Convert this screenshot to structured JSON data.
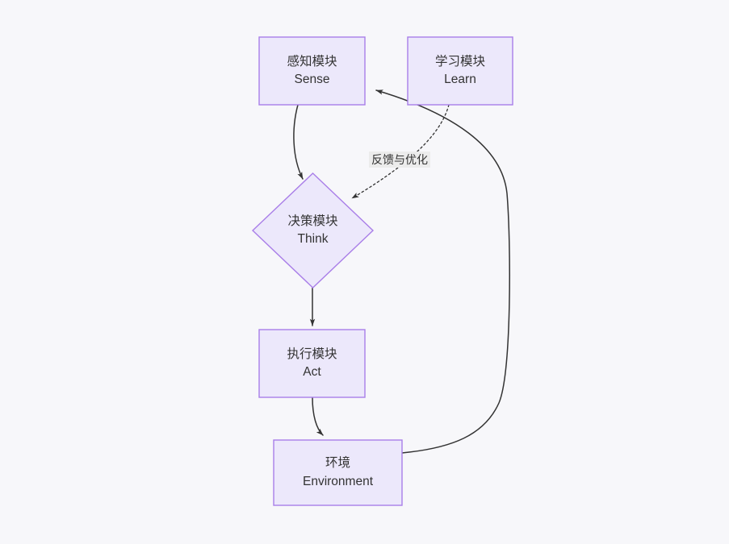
{
  "diagram": {
    "type": "flowchart",
    "background_color": "#f7f7fa",
    "node_fill_color": "#ece8fb",
    "node_border_color": "#a97ee8",
    "edge_color": "#333333",
    "text_color": "#333333",
    "nodes": [
      {
        "id": "sense",
        "shape": "rectangle",
        "title_cn": "感知模块",
        "title_en": "Sense"
      },
      {
        "id": "learn",
        "shape": "rectangle",
        "title_cn": "学习模块",
        "title_en": "Learn"
      },
      {
        "id": "think",
        "shape": "diamond",
        "title_cn": "决策模块",
        "title_en": "Think"
      },
      {
        "id": "act",
        "shape": "rectangle",
        "title_cn": "执行模块",
        "title_en": "Act"
      },
      {
        "id": "environment",
        "shape": "rectangle",
        "title_cn": "环境",
        "title_en": "Environment"
      }
    ],
    "edges": [
      {
        "id": "sense-to-think",
        "from": "sense",
        "to": "think",
        "style": "solid",
        "label": ""
      },
      {
        "id": "think-to-act",
        "from": "think",
        "to": "act",
        "style": "solid",
        "label": ""
      },
      {
        "id": "act-to-environment",
        "from": "act",
        "to": "environment",
        "style": "solid",
        "label": ""
      },
      {
        "id": "environment-to-sense",
        "from": "environment",
        "to": "sense",
        "style": "solid",
        "label": ""
      },
      {
        "id": "learn-to-think",
        "from": "learn",
        "to": "think",
        "style": "dotted",
        "label": "反馈与优化"
      }
    ]
  }
}
